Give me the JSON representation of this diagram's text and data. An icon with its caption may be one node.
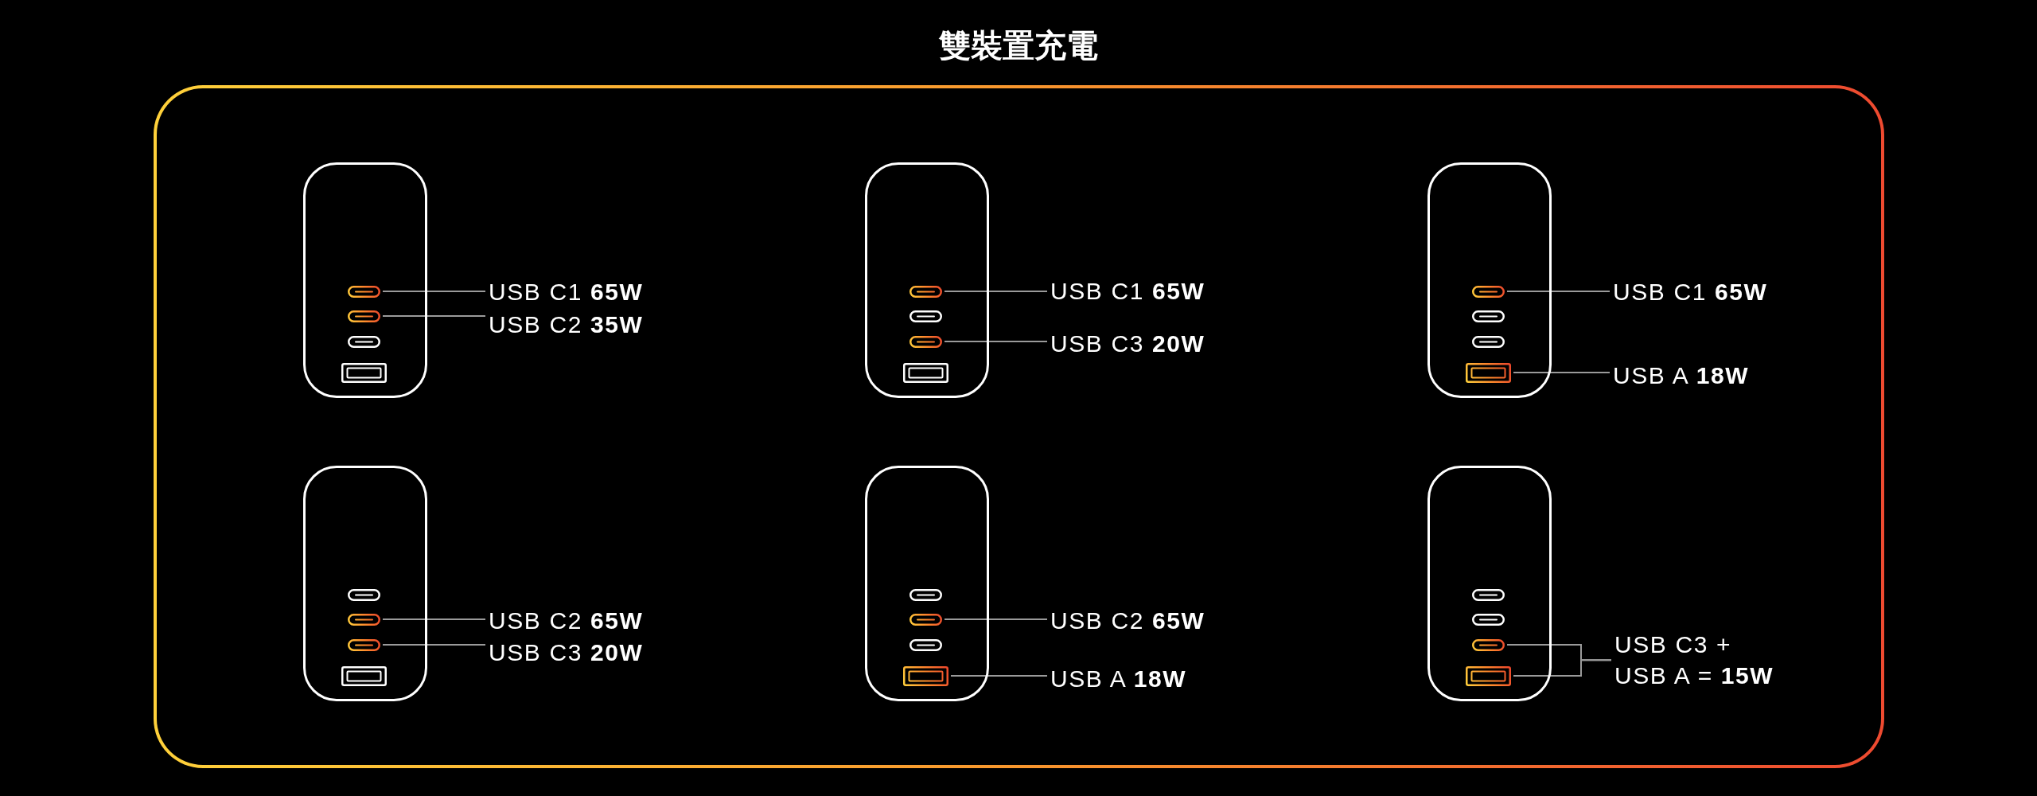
{
  "diagram": {
    "title": "雙裝置充電",
    "nodes": [
      {
        "text": [],
        "shape": "box"
      },
      {
        "text": [],
        "shape": "box",
        "in": 0
      },
      {
        "text": [],
        "shape": "box",
        "in": 1
      },
      {
        "text": [],
        "shape": "box",
        "in": 1
      },
      {
        "text": [
          "USB C1 **65W**"
        ],
        "in": 0
      },
      {
        "text": [
          "USB C2 **35W**"
        ],
        "in": 0
      },
      {
        "text": [],
        "shape": "box",
        "in": 0
      },
      {
        "text": [],
        "shape": "box",
        "in": 6
      },
      {
        "text": [],
        "shape": "box",
        "in": 6
      },
      {
        "text": [
          "USB C1 **65W**"
        ],
        "in": 0
      },
      {
        "text": [
          "USB C3 **20W**"
        ],
        "in": 0
      },
      {
        "text": [],
        "shape": "box",
        "in": 0
      },
      {
        "text": [],
        "shape": "box",
        "in": 11
      },
      {
        "text": [],
        "shape": "box",
        "in": 11
      },
      {
        "text": [
          "USB C1 **65W**"
        ],
        "in": 0
      },
      {
        "text": [
          "USB A **18W**"
        ],
        "in": 0
      },
      {
        "text": [],
        "shape": "box",
        "in": 0
      },
      {
        "text": [],
        "shape": "box",
        "in": 16
      },
      {
        "text": [],
        "shape": "box",
        "in": 16
      },
      {
        "text": [
          "USB C2 **65W**"
        ],
        "in": 0
      },
      {
        "text": [
          "USB C3 **20W**"
        ],
        "in": 0
      },
      {
        "text": [],
        "shape": "box",
        "in": 0
      },
      {
        "text": [],
        "shape": "box",
        "in": 21
      },
      {
        "text": [],
        "shape": "box",
        "in": 21
      },
      {
        "text": [
          "USB C2 **65W**"
        ],
        "in": 0
      },
      {
        "text": [
          "USB A **18W**"
        ],
        "in": 0
      },
      {
        "text": [],
        "shape": "box",
        "in": 0
      },
      {
        "text": [],
        "shape": "box",
        "in": 26
      },
      {
        "text": [],
        "shape": "box",
        "in": 26
      },
      {
        "text": [
          "USB C3 + USB A = **15W**"
        ],
        "in": 0
      }
    ],
    "edges": [
      {
        "from": 4,
        "to": 2,
        "arrow": "none"
      },
      {
        "from": 5,
        "to": 3,
        "arrow": "none"
      },
      {
        "from": 9,
        "to": 7,
        "arrow": "none"
      },
      {
        "from": 10,
        "to": 8,
        "arrow": "none"
      },
      {
        "from": 14,
        "to": 12,
        "arrow": "none"
      },
      {
        "from": 15,
        "to": 13,
        "arrow": "none"
      },
      {
        "from": 19,
        "to": 17,
        "arrow": "none"
      },
      {
        "from": 20,
        "to": 18,
        "arrow": "none"
      },
      {
        "from": 24,
        "to": 22,
        "arrow": "none"
      },
      {
        "from": 25,
        "to": 23,
        "arrow": "none"
      },
      {
        "from": 29,
        "to": 27,
        "arrow": "none"
      },
      {
        "from": 29,
        "to": 28,
        "arrow": "none"
      }
    ]
  }
}
